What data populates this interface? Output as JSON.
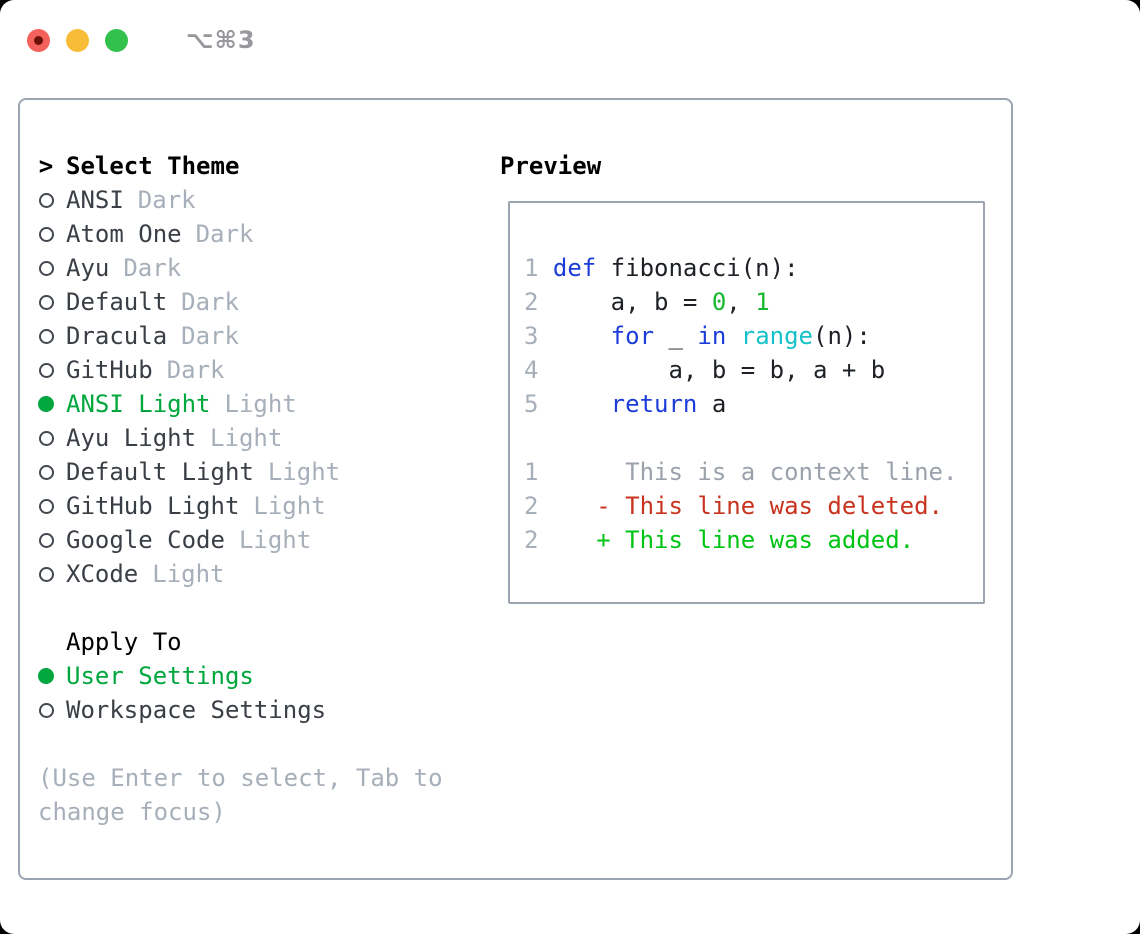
{
  "window": {
    "shortcut_label": "⌥⌘3"
  },
  "theme_picker": {
    "prompt_prefix": ">",
    "title": "Select Theme",
    "items": [
      {
        "name": "ANSI",
        "variant": "Dark",
        "selected": false
      },
      {
        "name": "Atom One",
        "variant": "Dark",
        "selected": false
      },
      {
        "name": "Ayu",
        "variant": "Dark",
        "selected": false
      },
      {
        "name": "Default",
        "variant": "Dark",
        "selected": false
      },
      {
        "name": "Dracula",
        "variant": "Dark",
        "selected": false
      },
      {
        "name": "GitHub",
        "variant": "Dark",
        "selected": false
      },
      {
        "name": "ANSI Light",
        "variant": "Light",
        "selected": true
      },
      {
        "name": "Ayu Light",
        "variant": "Light",
        "selected": false
      },
      {
        "name": "Default Light",
        "variant": "Light",
        "selected": false
      },
      {
        "name": "GitHub Light",
        "variant": "Light",
        "selected": false
      },
      {
        "name": "Google Code",
        "variant": "Light",
        "selected": false
      },
      {
        "name": "XCode",
        "variant": "Light",
        "selected": false
      }
    ]
  },
  "apply_to": {
    "title": "Apply To",
    "options": [
      {
        "label": "User Settings",
        "selected": true
      },
      {
        "label": "Workspace Settings",
        "selected": false
      }
    ]
  },
  "help_text": "(Use Enter to select, Tab to change focus)",
  "preview": {
    "title": "Preview",
    "code_lines": [
      {
        "num": "1",
        "segments": [
          {
            "t": "def",
            "c": "kw"
          },
          {
            "t": " fibonacci(n):",
            "c": "fg"
          }
        ]
      },
      {
        "num": "2",
        "segments": [
          {
            "t": "    a, b = ",
            "c": "fg"
          },
          {
            "t": "0",
            "c": "num"
          },
          {
            "t": ", ",
            "c": "fg"
          },
          {
            "t": "1",
            "c": "num"
          }
        ]
      },
      {
        "num": "3",
        "segments": [
          {
            "t": "    ",
            "c": "fg"
          },
          {
            "t": "for",
            "c": "kw"
          },
          {
            "t": " _ ",
            "c": "fg"
          },
          {
            "t": "in",
            "c": "kw"
          },
          {
            "t": " ",
            "c": "fg"
          },
          {
            "t": "range",
            "c": "builtin"
          },
          {
            "t": "(n):",
            "c": "fg"
          }
        ]
      },
      {
        "num": "4",
        "segments": [
          {
            "t": "        a, b = b, a + b",
            "c": "fg"
          }
        ]
      },
      {
        "num": "5",
        "segments": [
          {
            "t": "    ",
            "c": "fg"
          },
          {
            "t": "return",
            "c": "kw"
          },
          {
            "t": " a",
            "c": "fg"
          }
        ]
      },
      {
        "num": "",
        "segments": []
      },
      {
        "num": "1",
        "segments": [
          {
            "t": "     This is a context line.",
            "c": "ctx"
          }
        ]
      },
      {
        "num": "2",
        "segments": [
          {
            "t": "   - This line was deleted.",
            "c": "del"
          }
        ]
      },
      {
        "num": "2",
        "segments": [
          {
            "t": "   + This line was added.",
            "c": "add"
          }
        ]
      }
    ]
  },
  "colors": {
    "selected_green": "#00a73c",
    "keyword_blue": "#1c3dd8",
    "builtin_cyan": "#16c2ca",
    "number_green": "#16b82e",
    "diff_added": "#00c414",
    "diff_deleted": "#c8331f",
    "context_gray": "#9ba2ac",
    "muted_gray": "#a7afba",
    "text_dark": "#3a3f46",
    "code_black": "#1d2126",
    "border_gray": "#9ba4b0",
    "shortcut_gray": "#97979c",
    "tl_red": "#f4605c",
    "tl_red_dot": "#6b1007",
    "tl_yellow": "#f9bc36",
    "tl_green": "#32c14c"
  }
}
